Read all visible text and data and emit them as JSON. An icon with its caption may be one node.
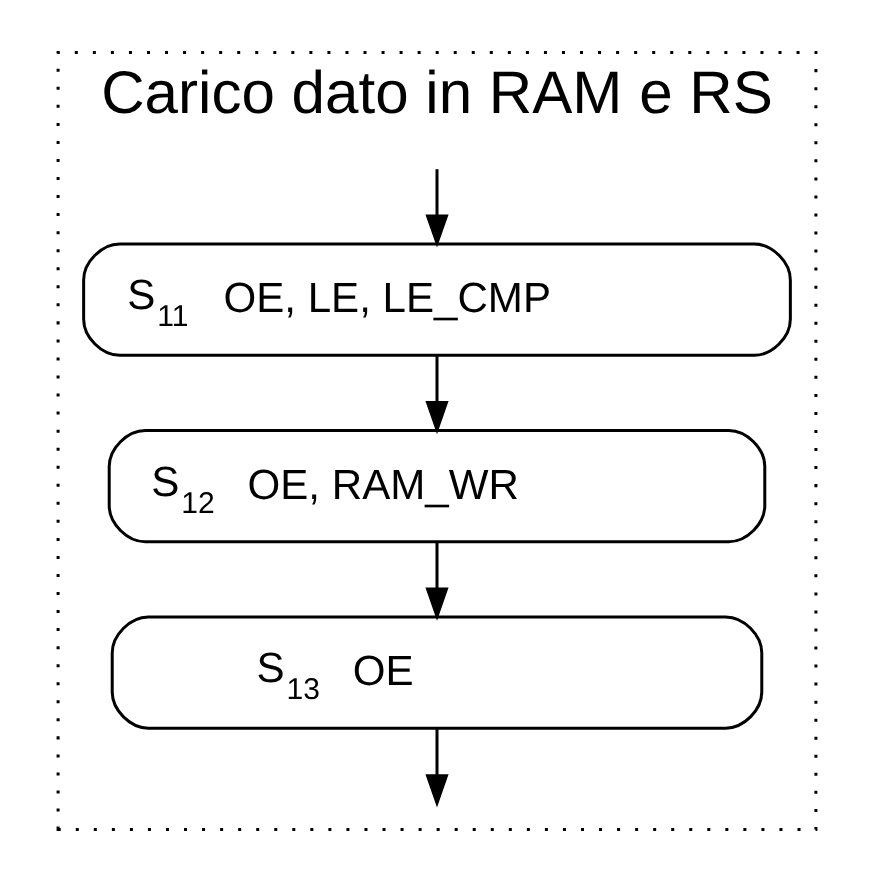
{
  "diagram": {
    "nodes": [
      {
        "text": [
          "Carico dato in RAM e RS"
        ]
      },
      {
        "text": [
          "S$_{11}$",
          "OE, LE, LE_CMP"
        ],
        "in": 0
      },
      {
        "text": [
          "S$_{12}$",
          "OE, RAM_WR"
        ],
        "in": 0
      },
      {
        "text": [
          "S$_{13}$",
          "OE"
        ],
        "in": 0
      }
    ],
    "edges": [
      {
        "from": null,
        "to": 1,
        "arrow": "to"
      },
      {
        "from": 1,
        "to": 2,
        "arrow": "to"
      },
      {
        "from": 2,
        "to": 3,
        "arrow": "to"
      },
      {
        "from": 3,
        "to": null,
        "arrow": "to"
      }
    ]
  }
}
